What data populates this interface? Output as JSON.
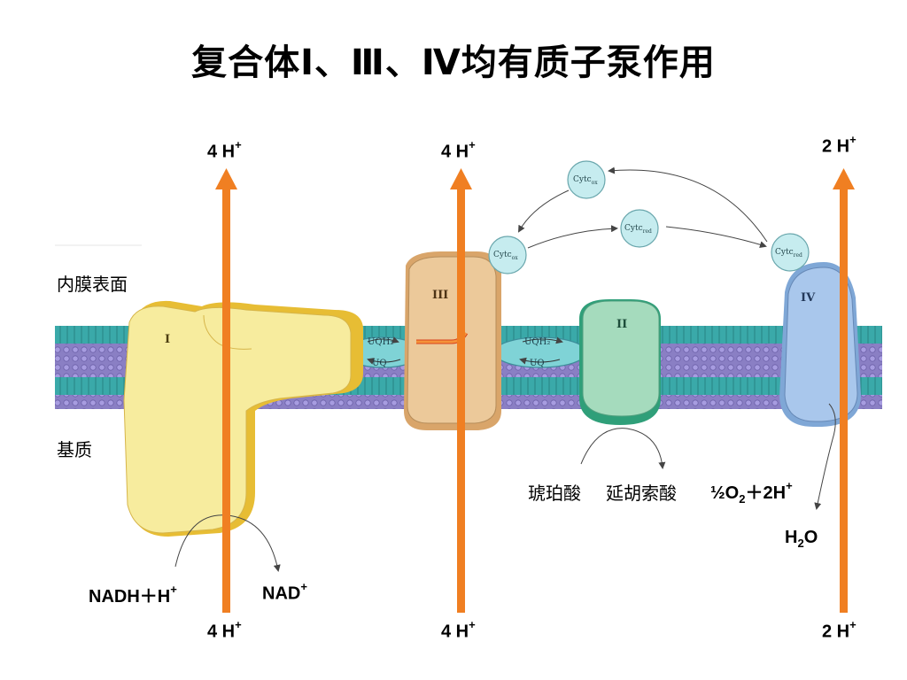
{
  "title": "复合体Ⅰ、Ⅲ、Ⅳ均有质子泵作用",
  "side_labels": {
    "membrane_surface": "内膜表面",
    "matrix": "基质"
  },
  "complexes": {
    "c1": "I",
    "c2": "II",
    "c3": "III",
    "c4": "IV"
  },
  "proton_labels": {
    "c1_top": {
      "count": "4 H",
      "sup": "+"
    },
    "c1_bottom": {
      "count": "4 H",
      "sup": "+"
    },
    "c3_top": {
      "count": "4 H",
      "sup": "+"
    },
    "c3_bottom": {
      "count": "4 H",
      "sup": "+"
    },
    "c4_top": {
      "count": "2 H",
      "sup": "+"
    },
    "c4_bottom": {
      "count": "2 H",
      "sup": "+"
    }
  },
  "substrates": {
    "nadh": "NADH＋H",
    "nadh_sup": "+",
    "nad": "NAD",
    "nad_sup": "+",
    "succinate": "琥珀酸",
    "fumarate": "延胡索酸",
    "oxygen_prefix": "½O",
    "oxygen_sub": "2",
    "oxygen_suffix": "＋2H",
    "oxygen_sup": "+",
    "water_h": "H",
    "water_sub": "2",
    "water_o": "O"
  },
  "carriers": {
    "uqh2": "UQH₂",
    "uq": "UQ",
    "cytc_ox_top": "Cytc",
    "cytc_ox_top_sub": "ox",
    "cytc_red_mid": "Cytc",
    "cytc_red_mid_sub": "red",
    "cytc_ox_left": "Cytc",
    "cytc_ox_left_sub": "ox",
    "cytc_red_right": "Cytc",
    "cytc_red_right_sub": "red"
  },
  "colors": {
    "arrow": "#f07f22",
    "membrane_teal": "#3aa9a9",
    "membrane_purple": "#8a7fc4",
    "complex1": "#f5e79a",
    "complex1_edge": "#e0b830",
    "complex2": "#9bd4b0",
    "complex3": "#e3c08e",
    "complex4": "#9cc0e6",
    "cytc": "#c6ecef"
  }
}
